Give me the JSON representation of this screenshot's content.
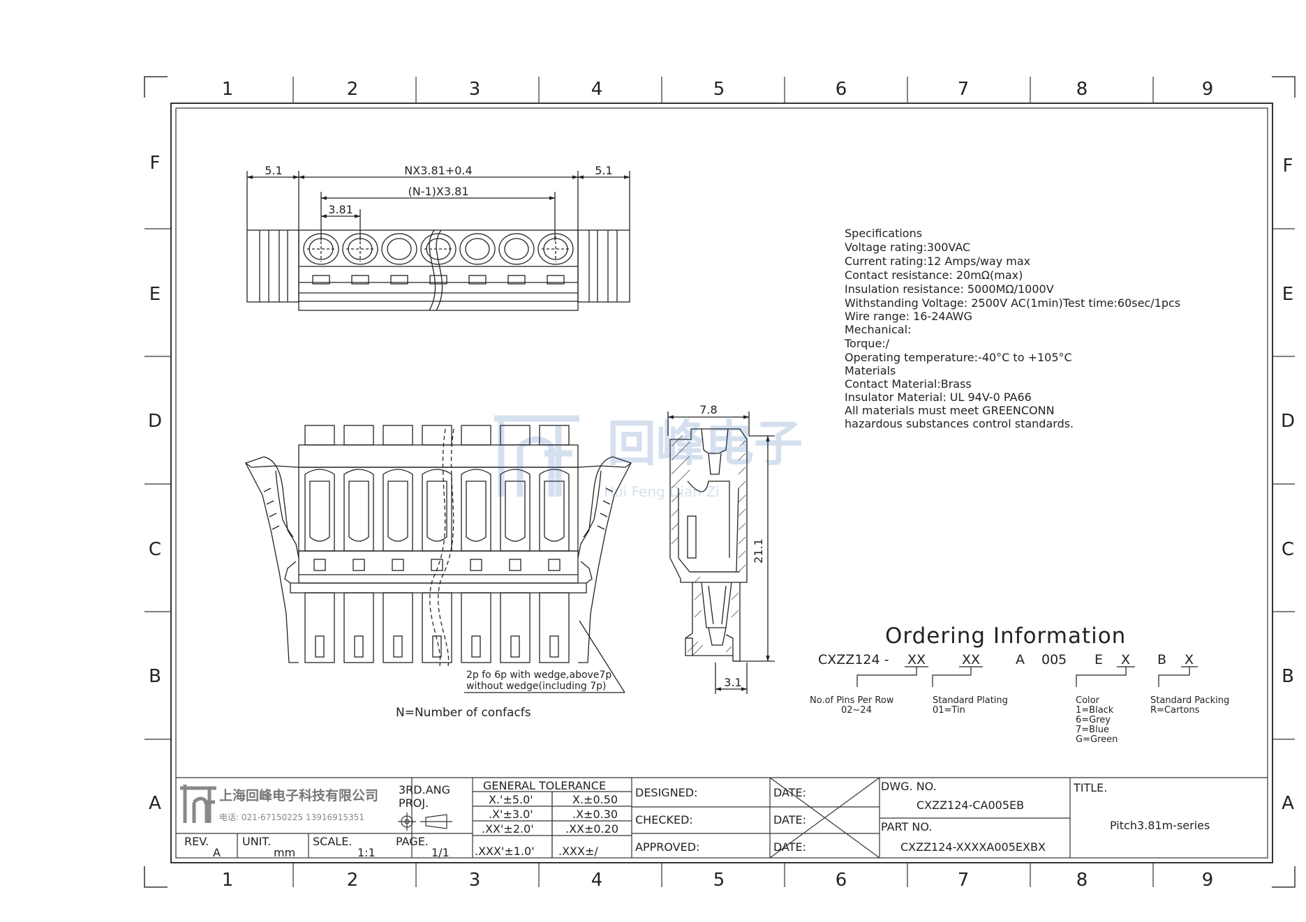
{
  "grid": {
    "columns": [
      "1",
      "2",
      "3",
      "4",
      "5",
      "6",
      "7",
      "8",
      "9"
    ],
    "rows": [
      "F",
      "E",
      "D",
      "C",
      "B",
      "A"
    ]
  },
  "top_view": {
    "dim_left": "5.1",
    "dim_total": "NX3.81+0.4",
    "dim_n_minus_1": "(N-1)X3.81",
    "dim_pitch": "3.81",
    "dim_right": "5.1"
  },
  "side_view": {
    "dim_width": "7.8",
    "dim_height": "21.1",
    "dim_base": "3.1"
  },
  "front_view": {
    "wedge_note_1": "2p fo 6p with wedge,above7p",
    "wedge_note_2": "without wedge(including 7p)",
    "n_note": "N=Number of confacfs"
  },
  "watermark": {
    "chinese": "回峰电子",
    "pinyin": "Hui Feng Dian Zi"
  },
  "specifications": [
    "Specifications",
    "Voltage rating:300VAC",
    "Current rating:12 Amps/way max",
    "Contact resistance: 20mΩ(max)",
    "Insulation resistance: 5000MΩ/1000V",
    "Withstanding Voltage: 2500V AC(1min)Test time:60sec/1pcs",
    "Wire range: 16-24AWG",
    "Mechanical:",
    "Torque:/",
    "Operating temperature:-40°C to +105°C",
    "Materials",
    "Contact Material:Brass",
    "Insulator Material: UL 94V-0 PA66",
    "All materials must meet GREENCONN",
    "hazardous substances control standards."
  ],
  "ordering": {
    "title": "Ordering Information",
    "code_prefix": "CXZZ124 -",
    "pins_field": "XX",
    "plating_field": "XX",
    "a": "A",
    "num": "005",
    "e": "E",
    "color_field": "X",
    "b": "B",
    "packing_field": "X",
    "pins_label": "No.of Pins Per Row",
    "pins_range": "02~24",
    "plating_label": "Standard Plating",
    "plating_value": "01=Tin",
    "color_label": "Color",
    "color_values": [
      "1=Black",
      "6=Grey",
      "7=Blue",
      "G=Green"
    ],
    "packing_label": "Standard Packing",
    "packing_value": "R=Cartons"
  },
  "title_block": {
    "company_cn": "上海回峰电子科技有限公司",
    "company_phone": "电话: 021-67150225   13916915351",
    "rev_label": "REV.",
    "rev_value": "A",
    "unit_label": "UNIT.",
    "unit_value": "mm",
    "scale_label": "SCALE.",
    "scale_value": "1:1",
    "proj_label_1": "3RD.ANG",
    "proj_label_2": "PROJ.",
    "page_label": "PAGE.",
    "page_value": "1/1",
    "tol_header": "GENERAL TOLERANCE",
    "tol_rows": [
      [
        "X.'±5.0'",
        "X.±0.50"
      ],
      [
        ".X'±3.0'",
        ".X±0.30"
      ],
      [
        ".XX'±2.0'",
        ".XX±0.20"
      ],
      [
        ".XXX'±1.0'",
        ".XXX±/"
      ]
    ],
    "designed": "DESIGNED:",
    "checked": "CHECKED:",
    "approved": "APPROVED:",
    "date": "DATE:",
    "dwg_label": "DWG. NO.",
    "dwg_value": "CXZZ124-CA005EB",
    "part_label": "PART NO.",
    "part_value": "CXZZ124-XXXXA005EXBX",
    "title_label": "TITLE.",
    "title_value": "Pitch3.81m-series"
  }
}
